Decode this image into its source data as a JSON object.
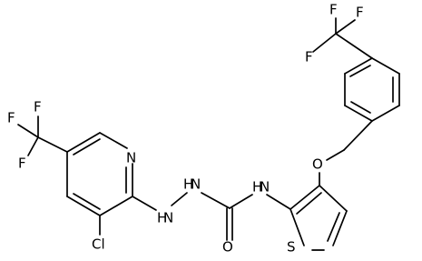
{
  "molecule": {
    "atoms": {
      "F1": "F",
      "F2": "F",
      "F3": "F",
      "N_py": "N",
      "Cl": "Cl",
      "NH_a": "H",
      "N_a": "N",
      "NH_b": "H",
      "N_b": "N",
      "O_co": "O",
      "NH_c": "H",
      "N_c": "N",
      "S": "S",
      "O_eth": "O",
      "F4": "F",
      "F5": "F",
      "F6": "F"
    }
  }
}
